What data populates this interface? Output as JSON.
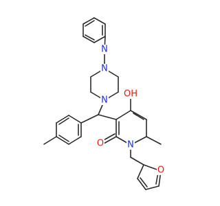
{
  "colors": {
    "background": "#ffffff",
    "bond": "#2a2a2a",
    "nitrogen": "#1f2fd6",
    "oxygen": "#e8190f"
  },
  "labels": {
    "pyridine_n": "N",
    "piperazine_n_top": "N",
    "piperazine_n_bottom": "N",
    "hydroxy": "OH",
    "ring_n": "N",
    "carbonyl_o": "O",
    "furan_o": "O"
  }
}
